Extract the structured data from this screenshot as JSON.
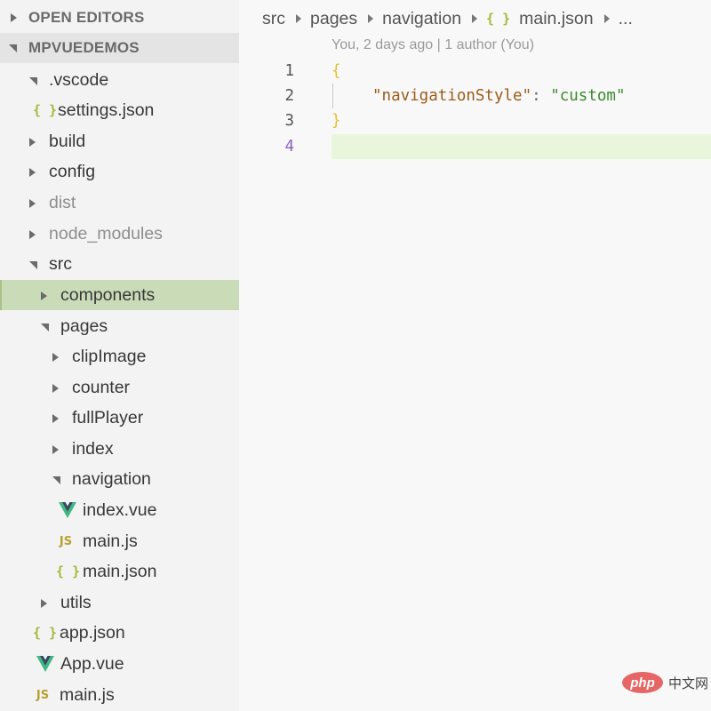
{
  "explorer": {
    "open_editors": "OPEN EDITORS",
    "project": "MPVUEDEMOS",
    "items": [
      {
        "label": ".vscode"
      },
      {
        "label": "settings.json"
      },
      {
        "label": "build"
      },
      {
        "label": "config"
      },
      {
        "label": "dist"
      },
      {
        "label": "node_modules"
      },
      {
        "label": "src"
      },
      {
        "label": "components"
      },
      {
        "label": "pages"
      },
      {
        "label": "clipImage"
      },
      {
        "label": "counter"
      },
      {
        "label": "fullPlayer"
      },
      {
        "label": "index"
      },
      {
        "label": "navigation"
      },
      {
        "label": "index.vue"
      },
      {
        "label": "main.js"
      },
      {
        "label": "main.json"
      },
      {
        "label": "utils"
      },
      {
        "label": "app.json"
      },
      {
        "label": "App.vue"
      },
      {
        "label": "main.js"
      }
    ],
    "icons": {
      "json": "{ }",
      "js": "JS"
    }
  },
  "breadcrumb": {
    "parts": [
      "src",
      "pages",
      "navigation",
      "main.json"
    ],
    "icon": "{ }",
    "ellipsis": "..."
  },
  "blame": "You, 2 days ago | 1 author (You)",
  "code": {
    "line_numbers": [
      "1",
      "2",
      "3",
      "4"
    ],
    "open_brace": "{",
    "key": "\"navigationStyle\"",
    "colon": ": ",
    "value": "\"custom\"",
    "close_brace": "}"
  },
  "watermark": {
    "badge": "php",
    "text": "中文网"
  },
  "colors": {
    "selected_row": "#cadbb8",
    "current_line": "#e9f6db",
    "json_icon": "#a8b83a",
    "js_icon": "#b7a232"
  }
}
